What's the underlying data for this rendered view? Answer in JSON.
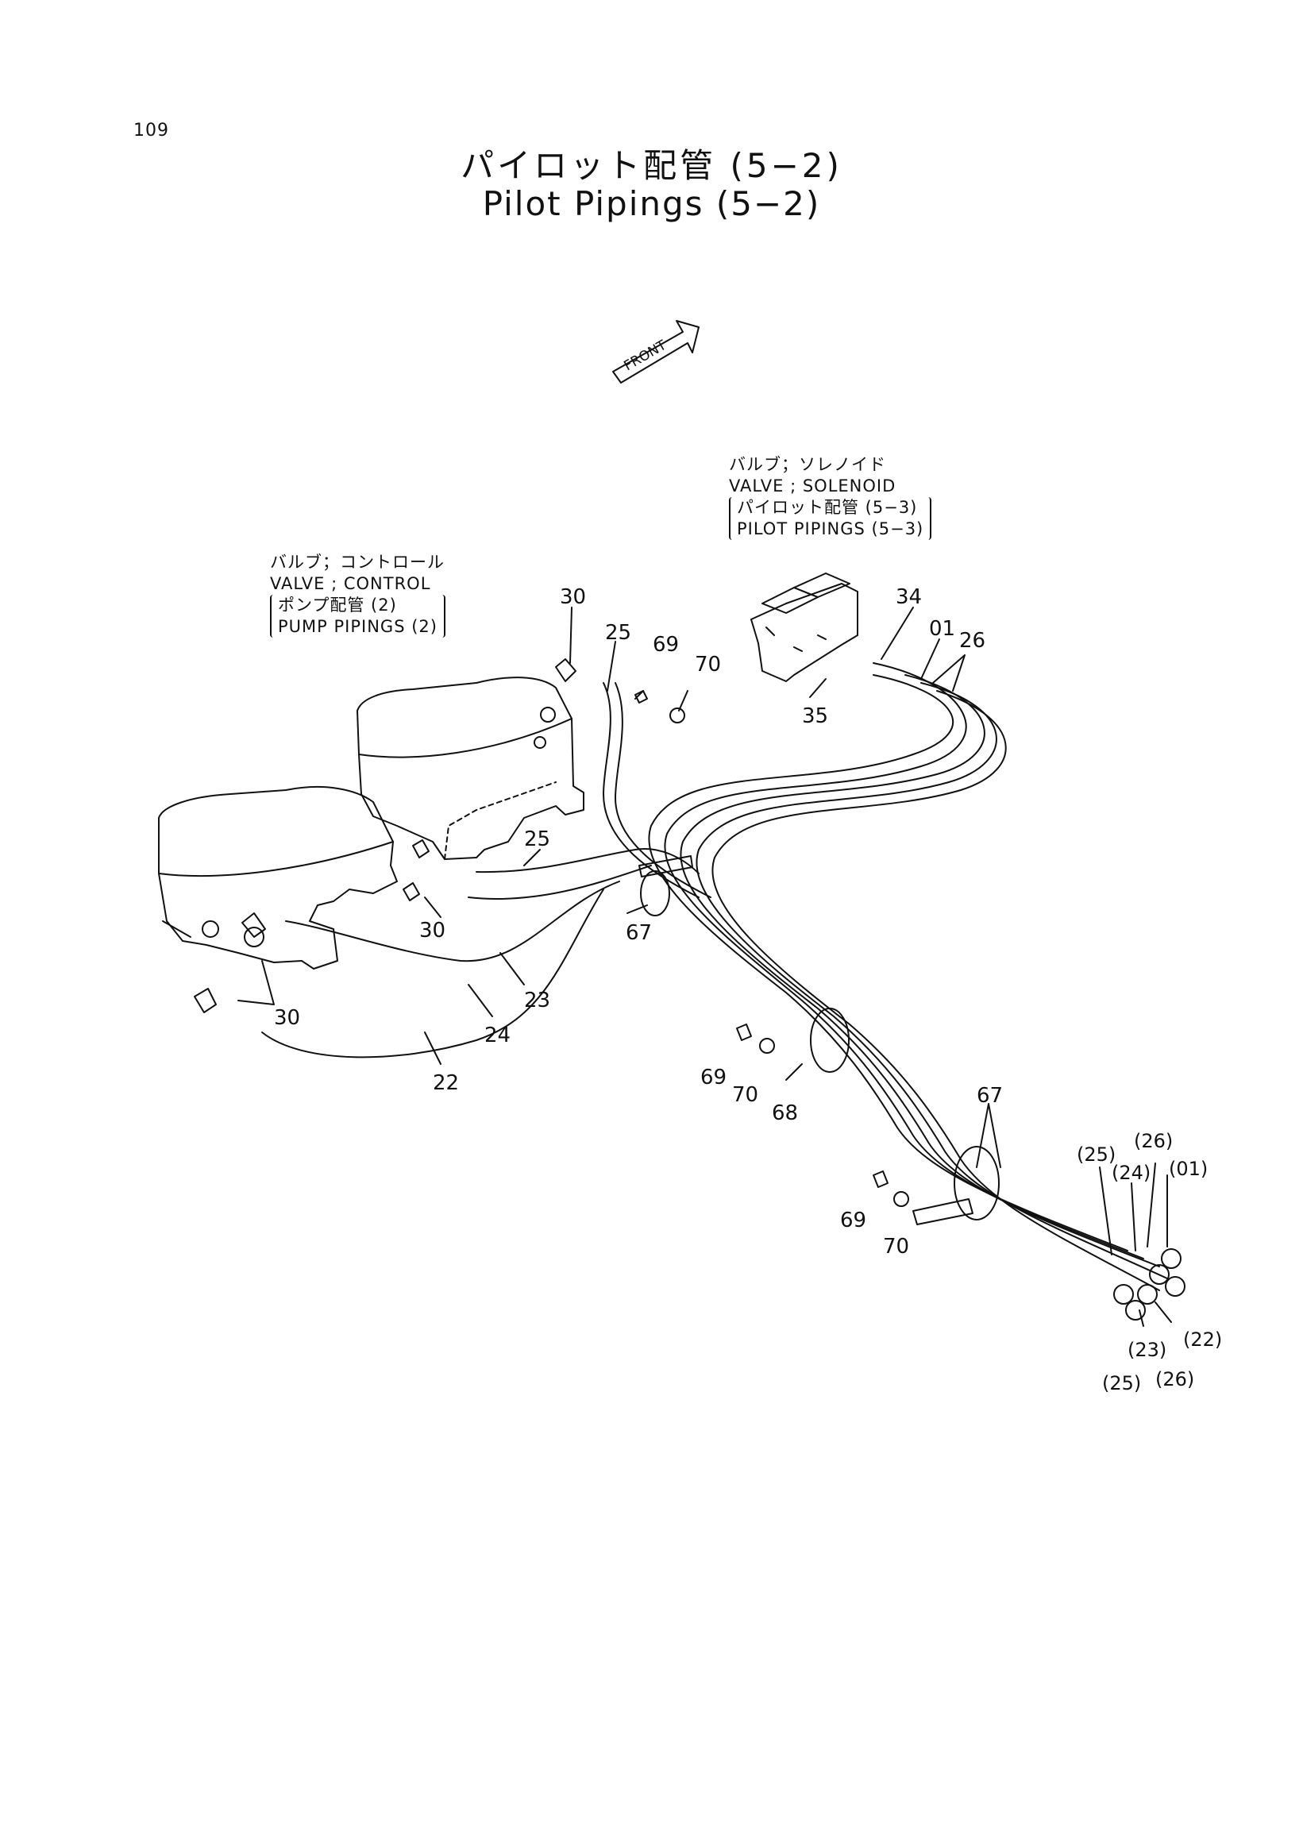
{
  "page": {
    "number": "109"
  },
  "title": {
    "ja": "パイロット配管 (5−2)",
    "en": "Pilot Pipings (5−2)"
  },
  "front_arrow": {
    "label": "FRONT"
  },
  "notes": {
    "solenoid": {
      "ja": "バルブ；ソレノイド",
      "en": "VALVE ; SOLENOID",
      "ref_ja": "パイロット配管 (5−3)",
      "ref_en": "PILOT  PIPINGS (5−3)"
    },
    "control": {
      "ja": "バルブ；コントロール",
      "en": "VALVE ; CONTROL",
      "ref_ja": "ポンプ配管 (2)",
      "ref_en": "PUMP  PIPINGS (2)"
    }
  },
  "callouts": {
    "c30a": "30",
    "c25a": "25",
    "c69a": "69",
    "c70a": "70",
    "c34": "34",
    "c01": "01",
    "c26": "26",
    "c35": "35",
    "c25b": "25",
    "c30b": "30",
    "c30c": "30",
    "c67a": "67",
    "c23": "23",
    "c24": "24",
    "c22": "22",
    "c69b": "69",
    "c70b": "70",
    "c68": "68",
    "c67b": "67",
    "c69c": "69",
    "c70c": "70",
    "e25": "(25)",
    "e26": "(26)",
    "e24": "(24)",
    "e01": "(01)",
    "e23": "(23)",
    "e22": "(22)",
    "e25b": "(25)",
    "e26b": "(26)"
  }
}
